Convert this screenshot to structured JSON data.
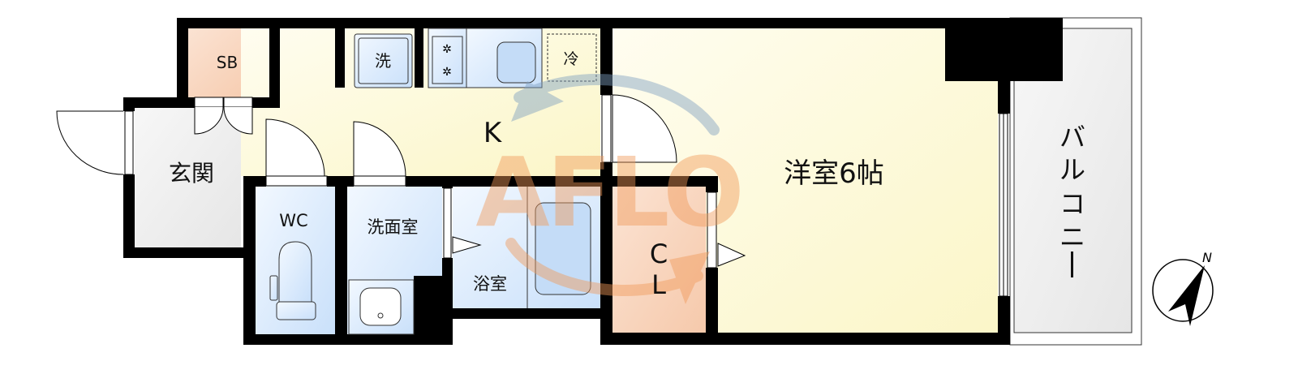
{
  "floor_plan": {
    "rooms": {
      "sb": "SB",
      "washer": "洗",
      "fridge": "冷",
      "kitchen": "K",
      "entrance": "玄関",
      "wc": "WC",
      "washroom": "洗面室",
      "bathroom": "浴室",
      "western_room": "洋室6帖",
      "closet_c": "C",
      "closet_l": "L",
      "balcony": [
        "バ",
        "ル",
        "コ",
        "ニ",
        "ー"
      ]
    },
    "compass_label": "N",
    "watermark": "AFLO"
  },
  "colors": {
    "wall": "#000000",
    "kitchen_floor": "#fdfbe0",
    "room_floor": "#fefce6",
    "wet_area": "#d8eafc",
    "sb_closet": "#f8d9c4",
    "entrance": "#eeeeee"
  }
}
